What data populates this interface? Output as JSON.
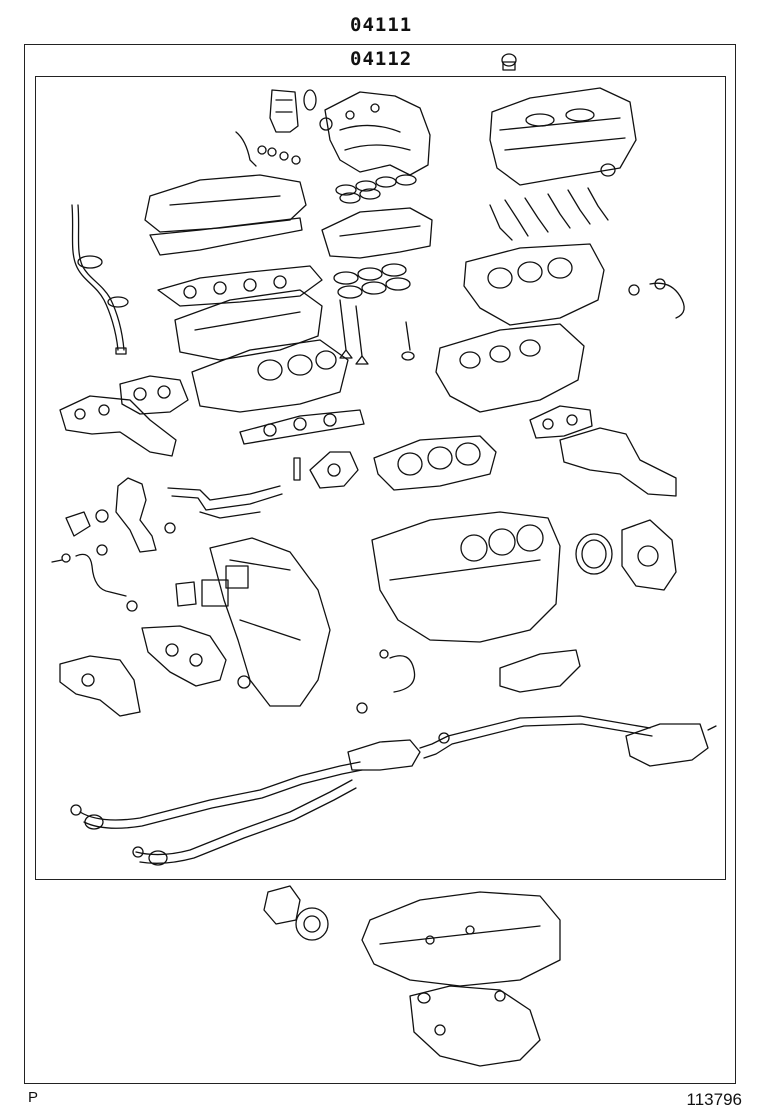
{
  "header": {
    "part_code_top": "04111",
    "part_code_second": "04112"
  },
  "footer": {
    "page_marker": "P",
    "illustration_number": "113796"
  },
  "colors": {
    "line": "#111111",
    "background": "#ffffff"
  }
}
